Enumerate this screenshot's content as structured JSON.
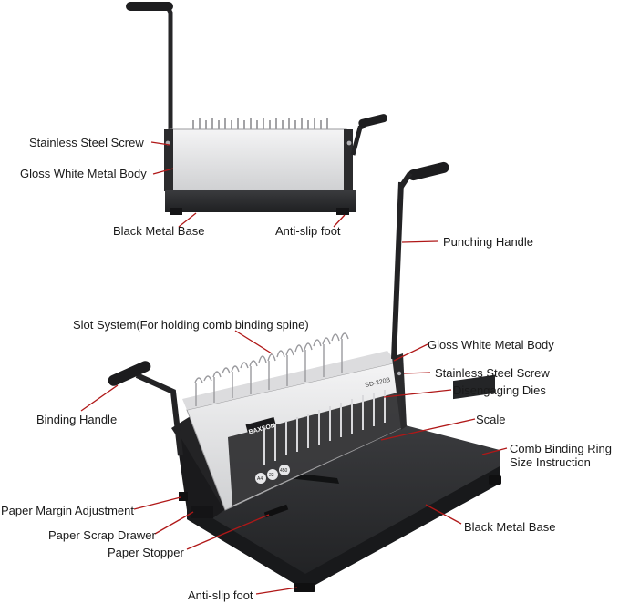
{
  "brand_text": "BAXSON",
  "model_text": "SD-220B",
  "paper_badges": [
    "A4",
    "22",
    "450"
  ],
  "colors": {
    "callout_line": "#b01818",
    "body_white": "#e9e9ea",
    "metal_dark": "#2a2a2c",
    "base_black": "#2f3033"
  },
  "labels": {
    "stainless_steel_screw_top": "Stainless Steel Screw",
    "gloss_white_body_top": "Gloss White Metal Body",
    "black_metal_base_top": "Black Metal Base",
    "anti_slip_foot_top": "Anti-slip foot",
    "punching_handle": "Punching Handle",
    "slot_system": "Slot System(For holding comb binding spine)",
    "gloss_white_body_main": "Gloss White Metal Body",
    "stainless_steel_screw_main": "Stainless Steel Screw",
    "disengaging_dies": "Disengaging Dies",
    "binding_handle": "Binding Handle",
    "scale": "Scale",
    "comb_ring_instruction": "Comb Binding Ring Size Instruction",
    "paper_margin_adjustment": "Paper Margin Adjustment",
    "paper_scrap_drawer": "Paper Scrap Drawer",
    "paper_stopper": "Paper Stopper",
    "black_metal_base_main": "Black Metal Base",
    "anti_slip_foot_main": "Anti-slip foot"
  }
}
